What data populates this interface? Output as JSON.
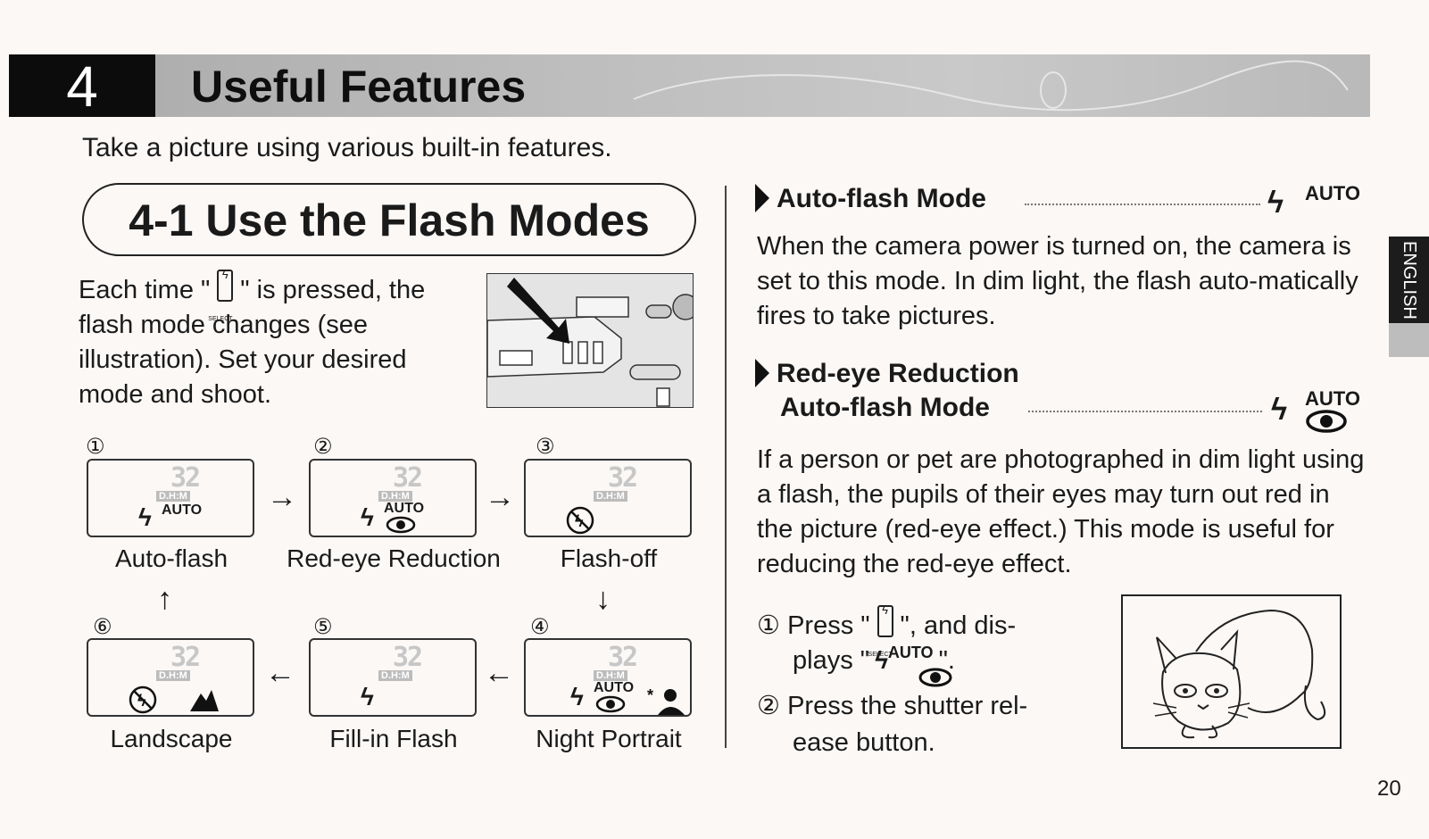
{
  "header": {
    "chapter_number": "4",
    "chapter_title": "Useful Features"
  },
  "intro": "Take a picture using various built-in features.",
  "section": {
    "title": "4-1 Use the Flash Modes"
  },
  "instruction": {
    "part1": "Each time \"",
    "part2": "\" is pressed, the flash mode changes (see illustration). Set your desired mode and shoot."
  },
  "select_label": "SELECT",
  "lcd": {
    "count": "32",
    "dh": "D.H:M"
  },
  "modes": [
    {
      "num": "①",
      "label": "Auto-flash"
    },
    {
      "num": "②",
      "label": "Red-eye Reduction"
    },
    {
      "num": "③",
      "label": "Flash-off"
    },
    {
      "num": "④",
      "label": "Night Portrait"
    },
    {
      "num": "⑤",
      "label": "Fill-in Flash"
    },
    {
      "num": "⑥",
      "label": "Landscape"
    }
  ],
  "right": {
    "auto_flash_heading": "Auto-flash Mode",
    "auto_label": "AUTO",
    "auto_flash_body": "When the camera power is turned on, the camera is set to this mode. In dim light, the flash auto-matically fires to take pictures.",
    "redeye_heading_line1": "Red-eye Reduction",
    "redeye_heading_line2": "Auto-flash Mode",
    "redeye_body": "If a person or pet are photographed in dim light using a flash, the pupils of their eyes may turn out red in the picture (red-eye effect.) This mode is useful for reducing the red-eye effect.",
    "step1_num": "①",
    "step1_a": "Press \"",
    "step1_b": "\", and dis-",
    "step1_c": "plays \"",
    "step1_d": "\".",
    "step2_num": "②",
    "step2_a": "Press the shutter rel-",
    "step2_b": "ease button."
  },
  "side_tab": "ENGLISH",
  "page_number": "20"
}
